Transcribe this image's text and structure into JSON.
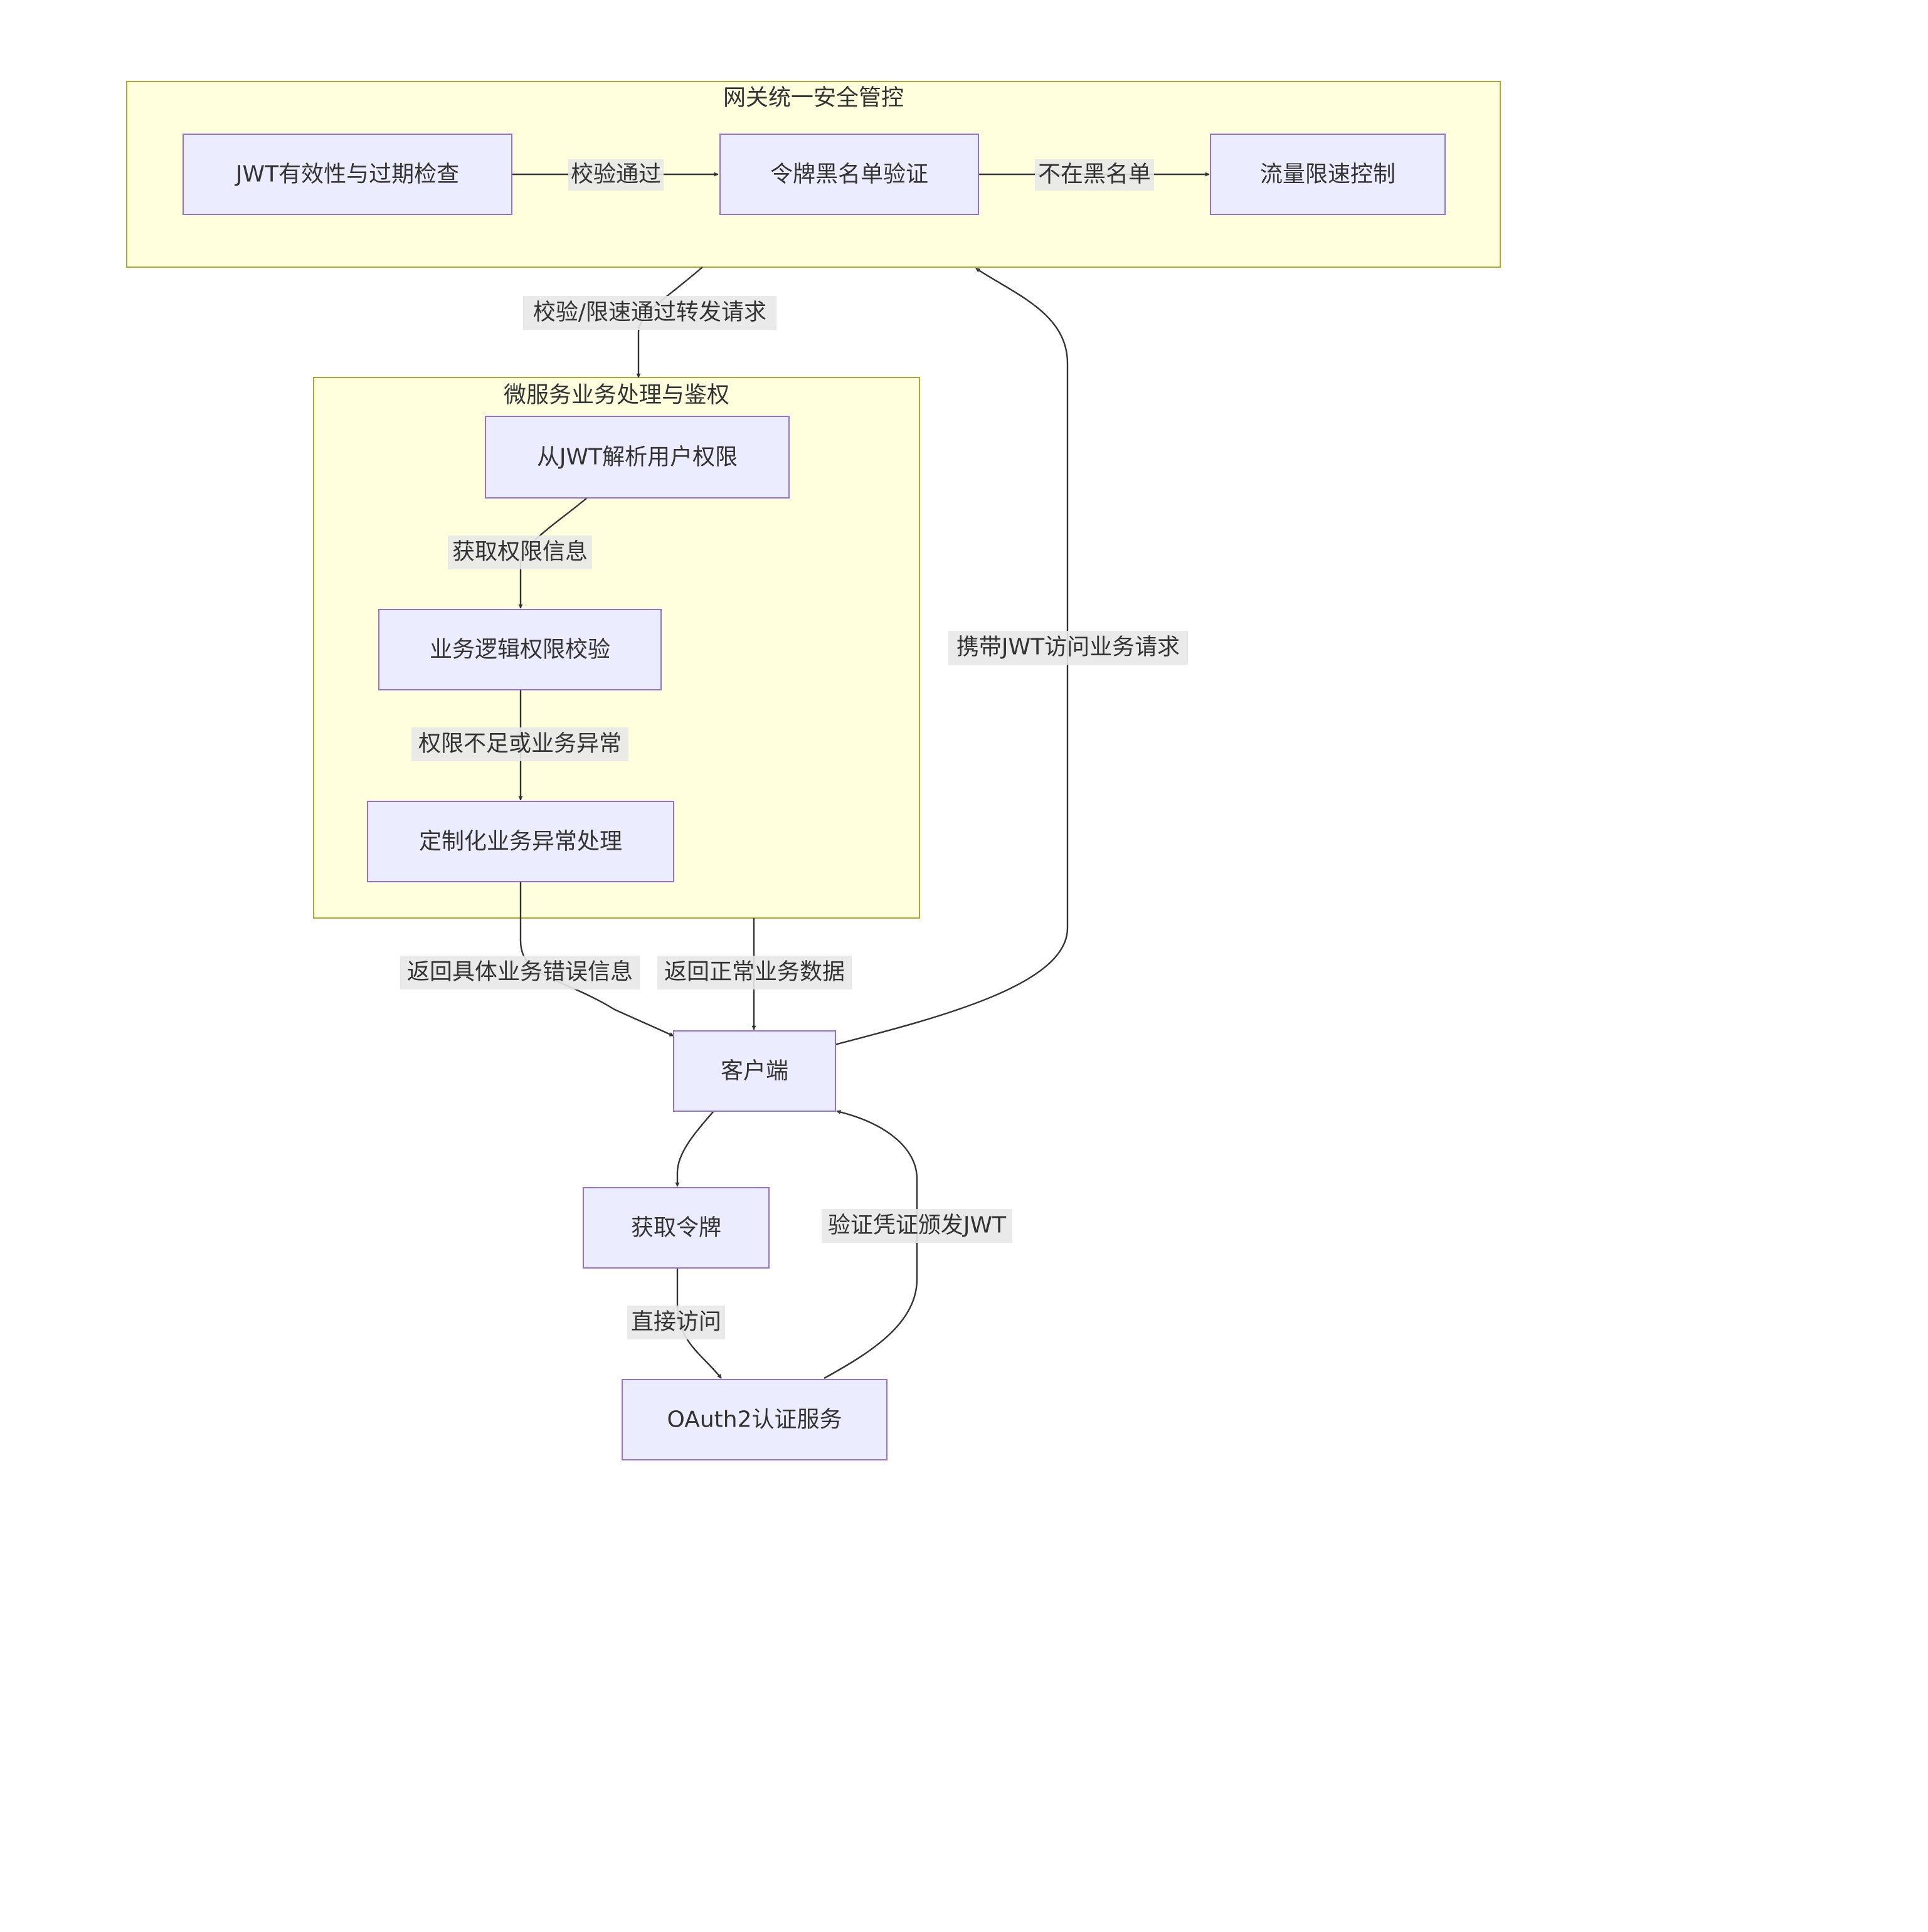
{
  "colors": {
    "cluster_fill": "#ffffde",
    "cluster_border": "#aaaa33",
    "node_fill": "#ececff",
    "node_border": "#9370db",
    "edge": "#333333",
    "edge_label_bg": "#e8e8e8",
    "text": "#333333"
  },
  "clusters": {
    "gateway": {
      "title": "网关统一安全管控"
    },
    "service": {
      "title": "微服务业务处理与鉴权"
    }
  },
  "nodes": {
    "jwt_check": "JWT有效性与过期检查",
    "blacklist": "令牌黑名单验证",
    "rate_limit": "流量限速控制",
    "parse_perm": "从JWT解析用户权限",
    "biz_check": "业务逻辑权限校验",
    "exception": "定制化业务异常处理",
    "client": "客户端",
    "get_token": "获取令牌",
    "oauth": "OAuth2认证服务"
  },
  "edges": {
    "check_pass": "校验通过",
    "not_blacklisted": "不在黑名单",
    "forward": "校验/限速通过转发请求",
    "get_perm": "获取权限信息",
    "insufficient": "权限不足或业务异常",
    "return_error": "返回具体业务错误信息",
    "return_data": "返回正常业务数据",
    "with_jwt": "携带JWT访问业务请求",
    "issue_jwt": "验证凭证颁发JWT",
    "direct": "直接访问"
  }
}
